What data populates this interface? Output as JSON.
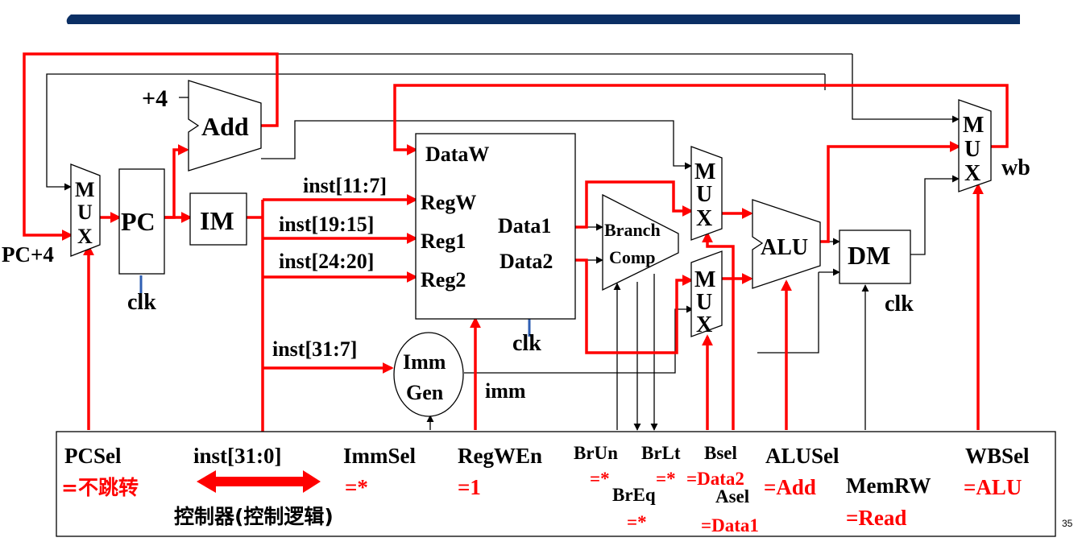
{
  "page_number": "35",
  "colors": {
    "banner": "#0b2f64",
    "active_wire": "#ff0000",
    "wire": "#000000",
    "clk_arrow": "#2f5fb3"
  },
  "blocks": {
    "pc_mux": "MUX",
    "pc": "PC",
    "im": "IM",
    "add": "Add",
    "regfile_datab": "DataW",
    "regfile_regw": "RegW",
    "regfile_reg1": "Reg1",
    "regfile_reg2": "Reg2",
    "regfile_data1": "Data1",
    "regfile_data2": "Data2",
    "branch_comp_1": "Branch",
    "branch_comp_2": "Comp",
    "a_mux": "MUX",
    "b_mux": "MUX",
    "alu": "ALU",
    "dm": "DM",
    "wb_mux": "MUX",
    "imm_gen_1": "Imm",
    "imm_gen_2": "Gen"
  },
  "labels": {
    "plus4": "+4",
    "pc_plus4": "PC+4",
    "clk_pc": "clk",
    "clk_reg": "clk",
    "clk_dm": "clk",
    "inst_11_7": "inst[11:7]",
    "inst_19_15": "inst[19:15]",
    "inst_24_20": "inst[24:20]",
    "inst_31_7": "inst[31:7]",
    "imm": "imm",
    "wb": "wb"
  },
  "control": {
    "title": "控制器(控制逻辑)",
    "inst": "inst[31:0]",
    "pcsel": "PCSel",
    "pcsel_val": "=不跳转",
    "immsel": "ImmSel",
    "immsel_val": "=*",
    "regwen": "RegWEn",
    "regwen_val": "=1",
    "brun": "BrUn",
    "brun_val": "=*",
    "brlt": "BrLt",
    "brlt_val": "=*",
    "breq": "BrEq",
    "breq_val": "=*",
    "bsel": "Bsel",
    "bsel_val": "=Data2",
    "asel": "Asel",
    "asel_val": "=Data1",
    "alusel": "ALUSel",
    "alusel_val": "=Add",
    "memrw": "MemRW",
    "memrw_val": "=Read",
    "wbsel": "WBSel",
    "wbsel_val": "=ALU"
  }
}
